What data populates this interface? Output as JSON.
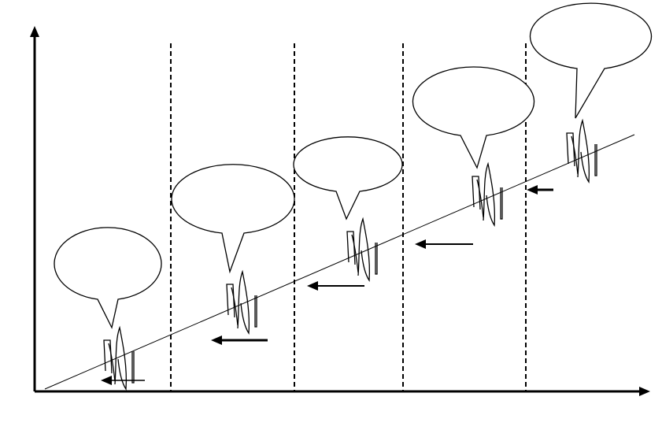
{
  "colors": {
    "background": "#ffffff",
    "ink": "#000000"
  },
  "diagram": {
    "type": "staircase-progression",
    "stage_count": 5,
    "divider_count": 4,
    "divider_style": "dashed",
    "axes": [
      "y-axis-arrow",
      "x-axis-arrow"
    ],
    "stages": [
      {
        "speech_bubble_text": "",
        "arrow_direction": "left"
      },
      {
        "speech_bubble_text": "",
        "arrow_direction": "left"
      },
      {
        "speech_bubble_text": "",
        "arrow_direction": "left"
      },
      {
        "speech_bubble_text": "",
        "arrow_direction": "left"
      },
      {
        "speech_bubble_text": "",
        "arrow_direction": "left"
      }
    ]
  }
}
